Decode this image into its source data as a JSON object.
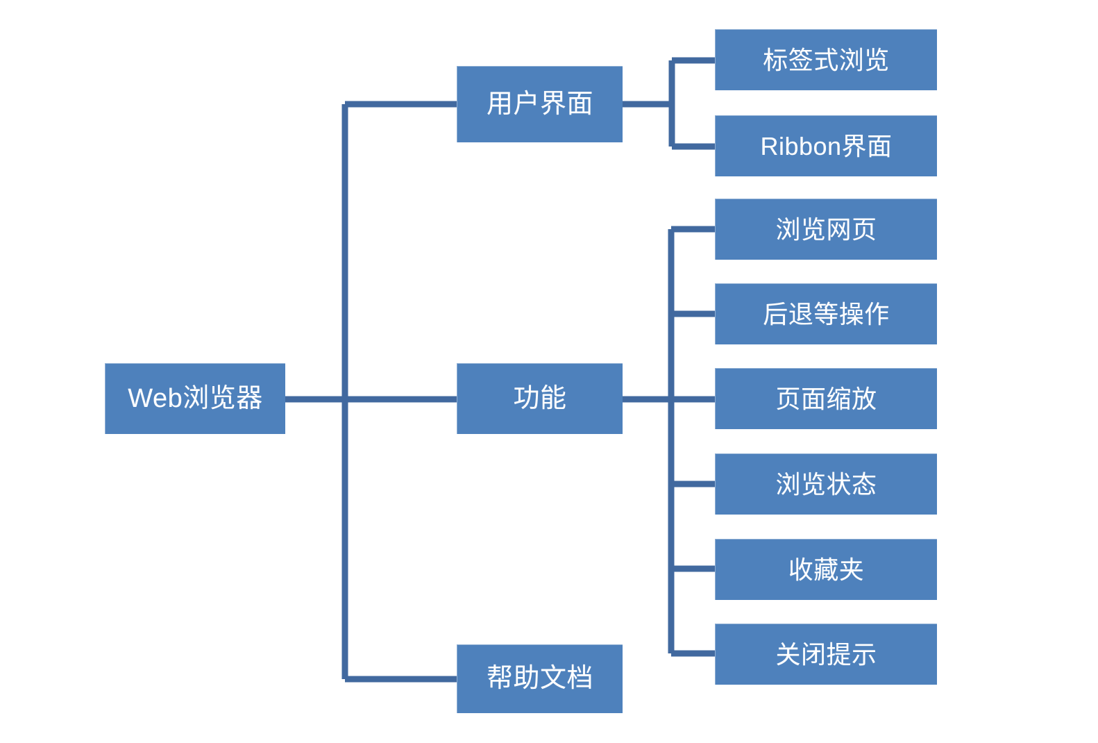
{
  "diagram": {
    "type": "tree-mindmap",
    "orientation": "left-to-right",
    "title": "Web浏览器",
    "colors": {
      "node_fill": "#4E81BC",
      "node_text": "#FFFFFF",
      "connector": "#41699F",
      "background": "#FFFFFF",
      "node_border_highlight": "#8FAFD4"
    },
    "root": {
      "label": "Web浏览器"
    },
    "branches": [
      {
        "id": "ui",
        "label": "用户界面",
        "children": [
          {
            "label": "标签式浏览"
          },
          {
            "label": "Ribbon界面"
          }
        ]
      },
      {
        "id": "function",
        "label": "功能",
        "children": [
          {
            "label": "浏览网页"
          },
          {
            "label": "后退等操作"
          },
          {
            "label": "页面缩放"
          },
          {
            "label": "浏览状态"
          },
          {
            "label": "收藏夹"
          },
          {
            "label": "关闭提示"
          }
        ]
      },
      {
        "id": "help",
        "label": "帮助文档",
        "children": []
      }
    ]
  }
}
